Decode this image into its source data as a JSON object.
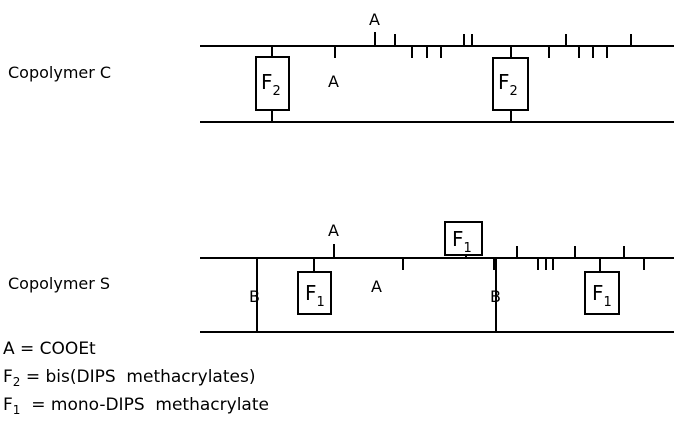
{
  "copolymer_c": {
    "label": "Copolymer C",
    "upper_label": "A",
    "mid_label": "A",
    "box1": {
      "main": "F",
      "sub": "2"
    },
    "box2": {
      "main": "F",
      "sub": "2"
    }
  },
  "copolymer_s": {
    "label": "Copolymer S",
    "upper_label": "A",
    "upper_box": {
      "main": "F",
      "sub": "1"
    },
    "lower_b1": "B",
    "lower_a": "A",
    "lower_b2": "B",
    "box1": {
      "main": "F",
      "sub": "1"
    },
    "box2": {
      "main": "F",
      "sub": "1"
    }
  },
  "legend": {
    "line1": "A = COOEt",
    "line2": {
      "sym": "F",
      "sub": "2",
      "text": " = bis(DIPS  methacrylates)"
    },
    "line3": {
      "sym": "F",
      "sub": "1",
      "text": "  = mono-DIPS  methacrylate"
    }
  }
}
